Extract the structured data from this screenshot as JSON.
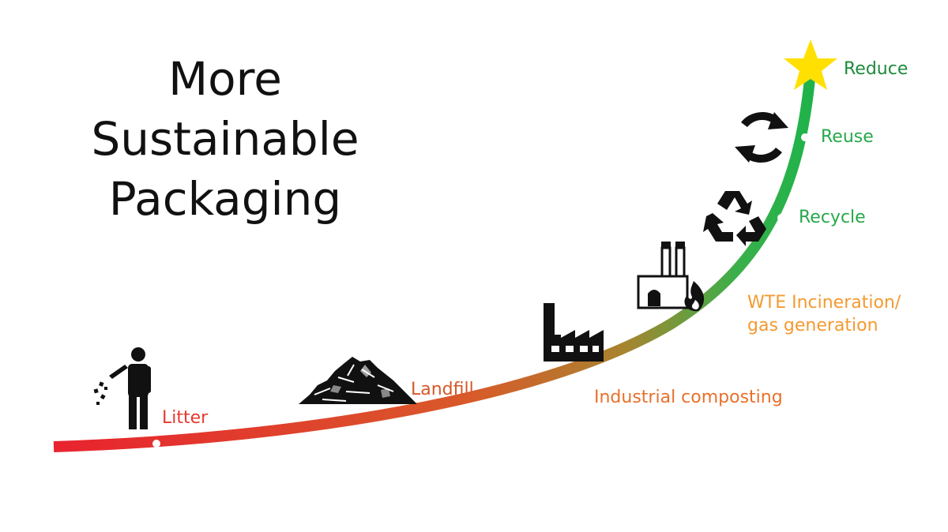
{
  "title": {
    "line1": "More",
    "line2": "Sustainable",
    "line3": "Packaging"
  },
  "stages": [
    {
      "label": "Litter",
      "color": "#e53a2f",
      "icon": "person-littering-icon"
    },
    {
      "label": "Landfill",
      "color": "#d4582a",
      "icon": "landfill-heap-icon"
    },
    {
      "label": "Industrial composting",
      "color": "#e8702a",
      "icon": "factory-icon"
    },
    {
      "label_line1": "WTE Incineration/",
      "label_line2": "gas generation",
      "color": "#f39a31",
      "icon": "incinerator-flame-icon"
    },
    {
      "label": "Recycle",
      "color": "#27a84a",
      "icon": "recycle-icon"
    },
    {
      "label": "Reuse",
      "color": "#27a84a",
      "icon": "reuse-arrows-icon"
    },
    {
      "label": "Reduce",
      "color": "#1d8a3c",
      "icon": "star-icon"
    }
  ],
  "colors": {
    "curve_start": "#e8232f",
    "curve_mid": "#e0702a",
    "curve_end": "#1fb24a",
    "star": "#ffe000"
  }
}
